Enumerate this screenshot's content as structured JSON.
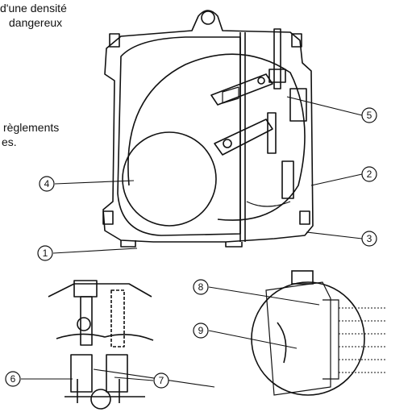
{
  "text_fragments": {
    "top_line_1": "d'une densité",
    "top_line_2": "dangereux",
    "mid_line_1": "règlements",
    "mid_line_2": "es."
  },
  "callouts": [
    "1",
    "2",
    "3",
    "4",
    "5",
    "6",
    "7",
    "8",
    "9"
  ],
  "colors": {
    "ink": "#111111",
    "paper": "#ffffff"
  }
}
